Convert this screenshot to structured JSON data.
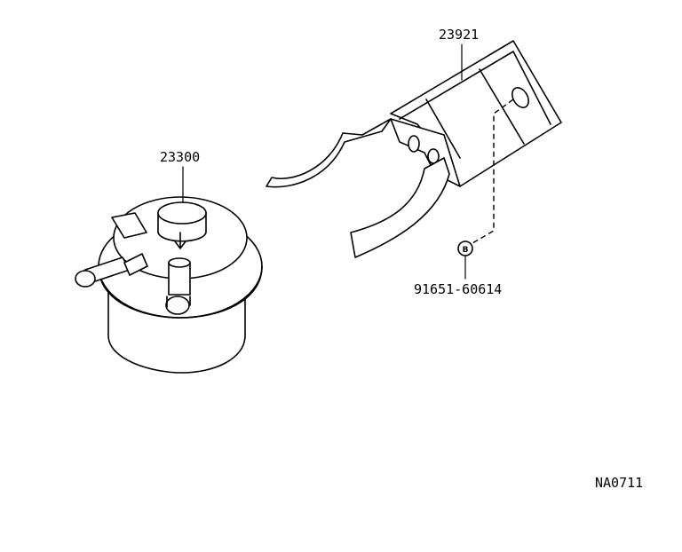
{
  "diagram": {
    "parts": [
      {
        "part_number": "23300"
      },
      {
        "part_number": "23921"
      },
      {
        "part_number": "91651-60614",
        "callout": "B"
      }
    ],
    "figure_code": "NA0711"
  }
}
